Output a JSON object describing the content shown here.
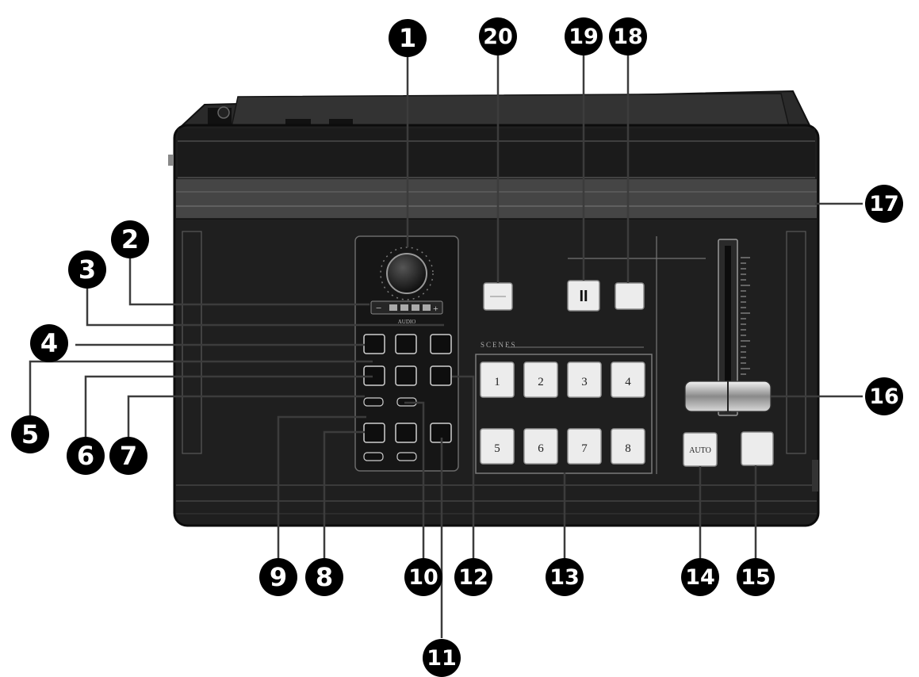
{
  "callouts": [
    "1",
    "2",
    "3",
    "4",
    "5",
    "6",
    "7",
    "8",
    "9",
    "10",
    "11",
    "12",
    "13",
    "14",
    "15",
    "16",
    "17",
    "18",
    "19",
    "20"
  ],
  "panel": {
    "audio_label": "AUDIO",
    "scenes_label": "SCENES",
    "scene_buttons": [
      "1",
      "2",
      "3",
      "4",
      "5",
      "6",
      "7",
      "8"
    ],
    "auto_label": "AUTO",
    "pause_symbol": "II"
  },
  "colors": {
    "device": "#1f1f1f",
    "device_edge": "#3a3a3a",
    "button": "#ececec",
    "callout": "#000000",
    "leader": "#3c3c3c"
  }
}
